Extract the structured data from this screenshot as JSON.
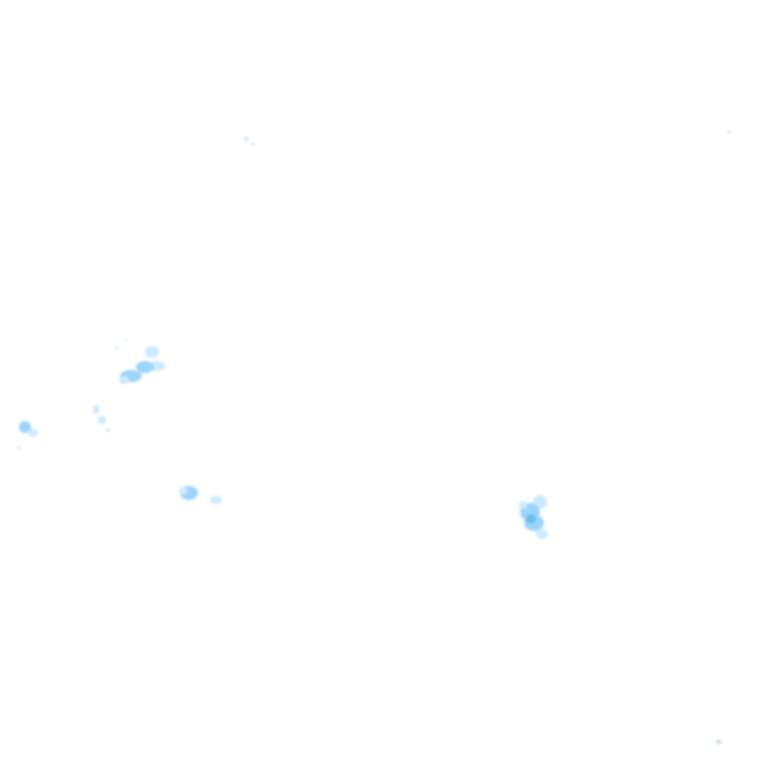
{
  "map": {
    "layer": "precipitation-radar",
    "background_color": "#ffffff",
    "palette": {
      "light": "#cdeaff",
      "medium": "#9dd4fb",
      "strong": "#6bbcf2"
    },
    "echo_intensity_levels": [
      "light",
      "medium",
      "strong"
    ]
  }
}
